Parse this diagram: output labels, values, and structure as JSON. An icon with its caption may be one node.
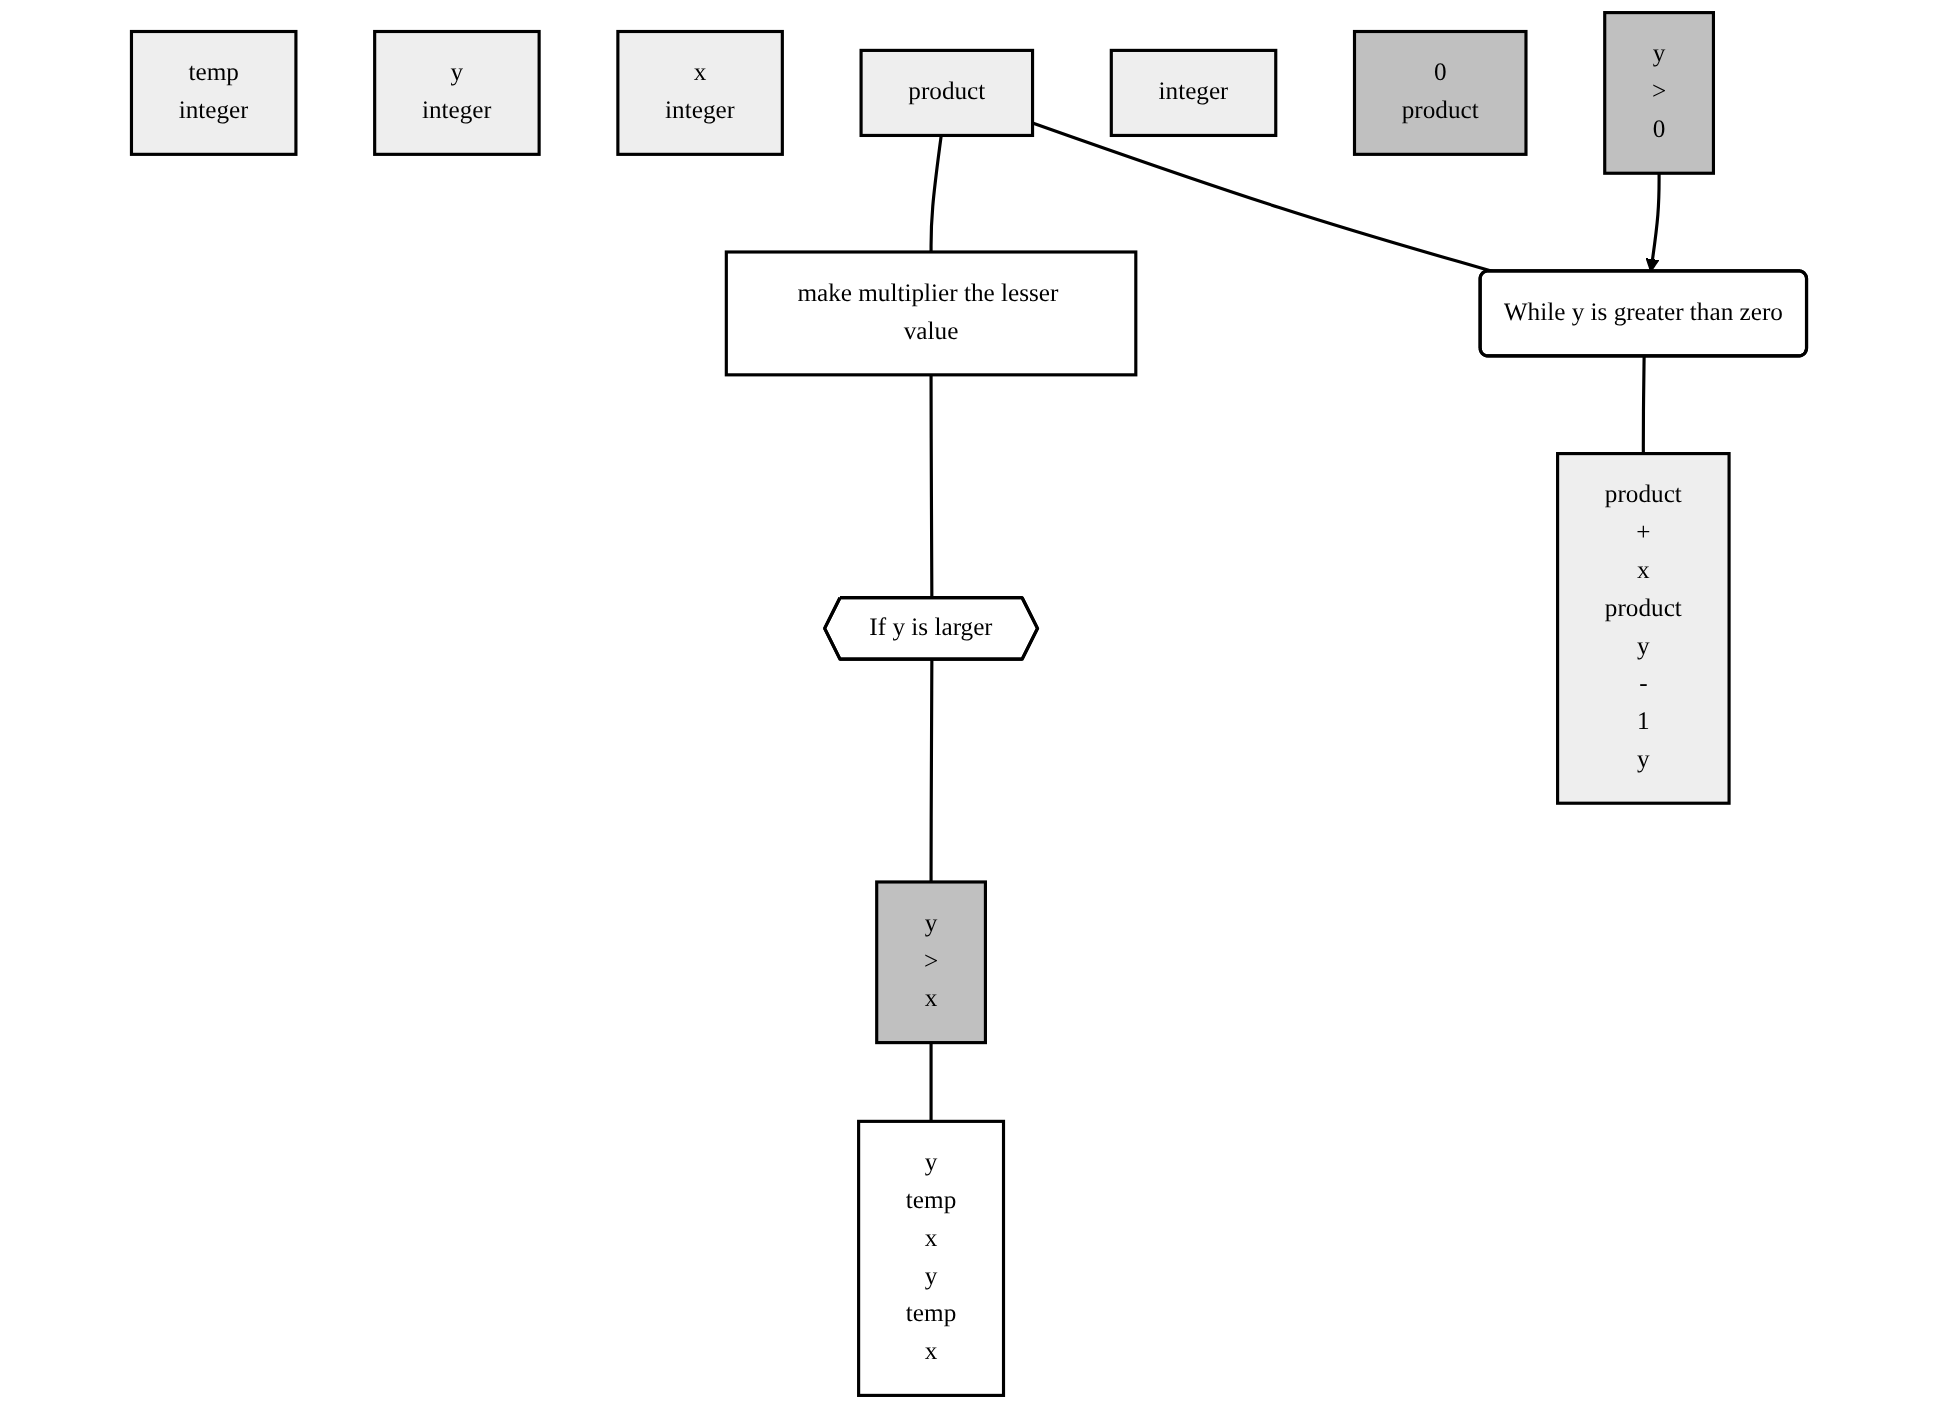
{
  "diagram": {
    "nodes": [
      {
        "text": [
          "temp",
          "integer"
        ]
      },
      {
        "text": [
          "y",
          "integer"
        ]
      },
      {
        "text": [
          "x",
          "integer"
        ]
      },
      {
        "text": [
          "product"
        ]
      },
      {
        "text": [
          "integer"
        ]
      },
      {
        "text": [
          "make multiplier the lesser value"
        ]
      },
      {
        "text": [
          "If y is larger"
        ]
      },
      {
        "text": [
          "y",
          ">",
          "x"
        ]
      },
      {
        "text": [
          "y",
          "temp",
          "x",
          "y",
          "temp",
          "x"
        ]
      },
      {
        "text": [
          "0",
          "product"
        ]
      },
      {
        "text": [
          "While y is greater than zero"
        ]
      },
      {
        "text": [
          "y",
          ">",
          "0"
        ]
      },
      {
        "text": [
          "product",
          "+",
          "x",
          "product",
          "y",
          "-",
          "1",
          "y"
        ]
      }
    ],
    "edges": [
      {
        "from": 3,
        "to": 5,
        "arrow": "none"
      },
      {
        "from": 3,
        "to": 10,
        "arrow": "none"
      },
      {
        "from": 5,
        "to": 6,
        "arrow": "none"
      },
      {
        "from": 6,
        "to": 7,
        "arrow": "none"
      },
      {
        "from": 7,
        "to": 8,
        "arrow": "none"
      },
      {
        "from": 11,
        "to": 10,
        "arrow": "to"
      },
      {
        "from": 10,
        "to": 12,
        "arrow": "none"
      }
    ]
  }
}
